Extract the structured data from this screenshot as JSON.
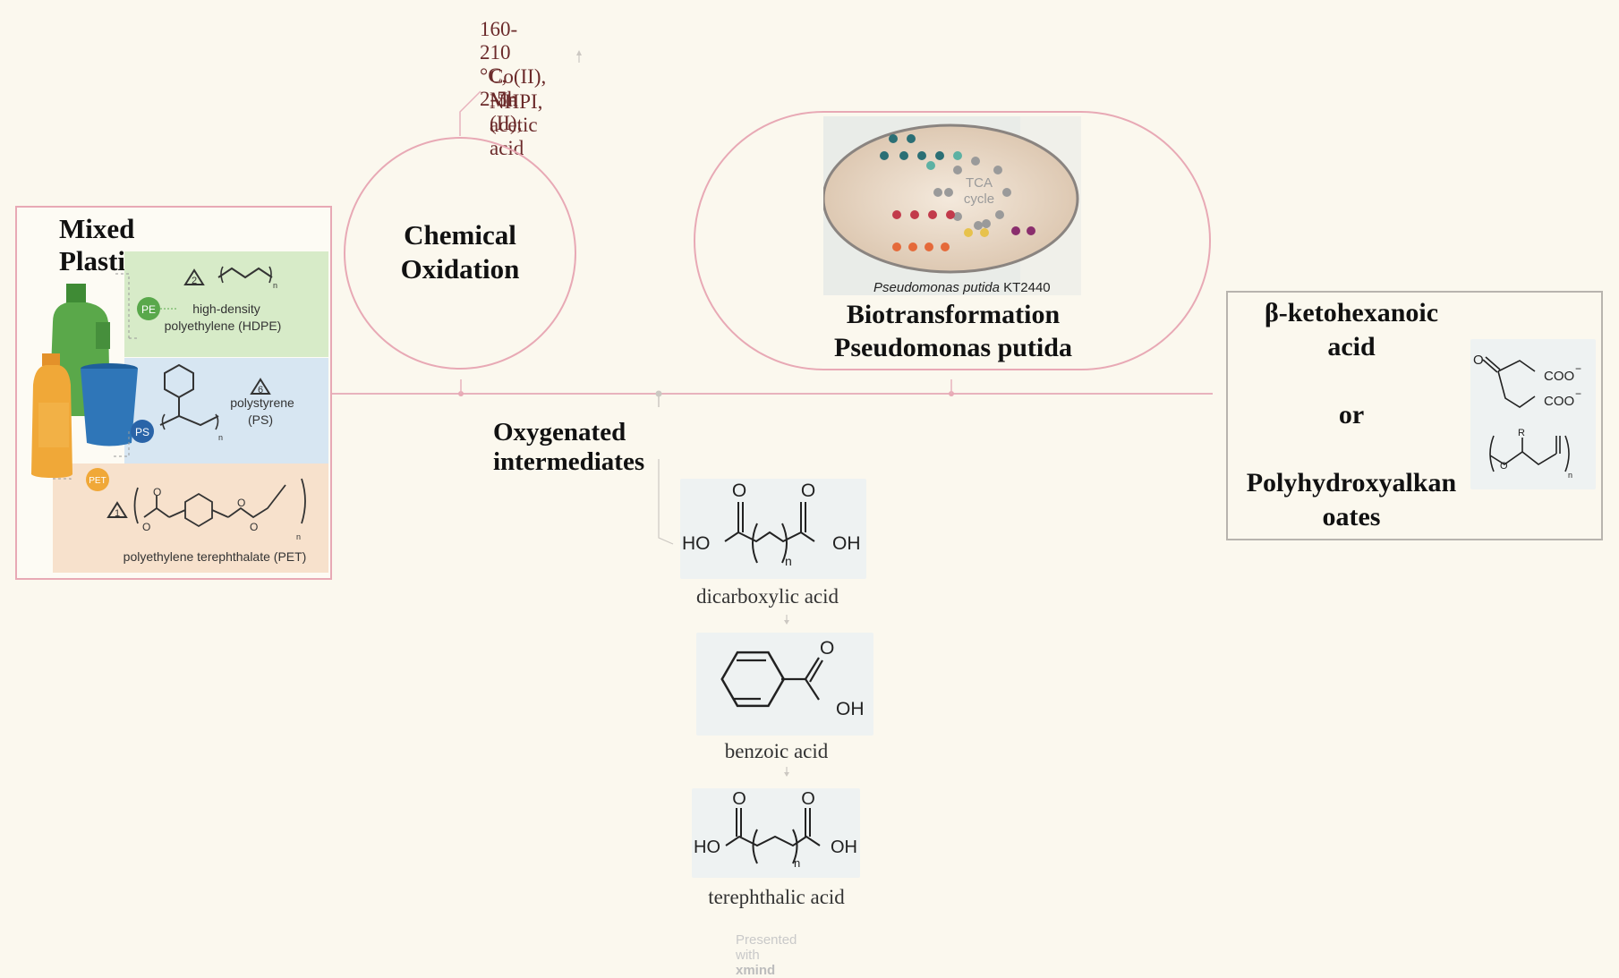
{
  "conditions": {
    "line1": "160-210 °C,  2-5h",
    "line2": "Co(II),   Mn (II),",
    "line3": "NHPI,   acetic acid"
  },
  "chemical_oxidation": {
    "line1": "Chemical",
    "line2": "Oxidation"
  },
  "biotransformation": {
    "line1": "Biotransformation",
    "line2": "Pseudomonas putida",
    "figure": {
      "tca_line1": "TCA",
      "tca_line2": "cycle",
      "organism": "Pseudomonas putida",
      "strain": " KT2440"
    }
  },
  "mixed_plastic": {
    "title": "Mixed Plastic",
    "pe": {
      "badge": "PE",
      "recycle_number": "2",
      "label_line1": "high-density",
      "label_line2": "polyethylene (HDPE)",
      "subscript": "n"
    },
    "ps": {
      "badge": "PS",
      "recycle_number": "6",
      "label_line1": "polystyrene",
      "label_line2": "(PS)",
      "subscript": "n"
    },
    "pet": {
      "badge": "PET",
      "recycle_number": "1",
      "label": "polyethylene terephthalate (PET)",
      "subscript": "n",
      "atom_o": "O"
    }
  },
  "intermediates": {
    "title": "Oxygenated intermediates",
    "items": [
      {
        "name": "dicarboxylic acid",
        "atom_o": "O",
        "atom_ho": "HO",
        "atom_oh": "OH",
        "subscript": "n"
      },
      {
        "name": "benzoic acid",
        "atom_o": "O",
        "atom_oh": "OH"
      },
      {
        "name": "terephthalic acid",
        "atom_o": "O",
        "atom_ho": "HO",
        "atom_oh": "OH",
        "subscript": "n"
      }
    ]
  },
  "product": {
    "line1": "β-ketohexanoic",
    "line2": "acid",
    "line3": "or",
    "line4": "Polyhydroxyalkan",
    "line5": "oates",
    "structure_labels": {
      "o": "O",
      "coo1": "COO",
      "coo2": "COO",
      "charge": "−",
      "r": "R",
      "subscript": "n"
    }
  },
  "watermark": {
    "prefix": "Presented with ",
    "brand": "xmind"
  },
  "colors": {
    "background": "#fbf8ee",
    "pink_border": "#e8a9b5",
    "gray_border": "#b8b4ae",
    "condition_text": "#6b2a2a",
    "pe_band": "#d7ebc8",
    "ps_band": "#d7e6f2",
    "pet_band": "#f7e1cc"
  }
}
